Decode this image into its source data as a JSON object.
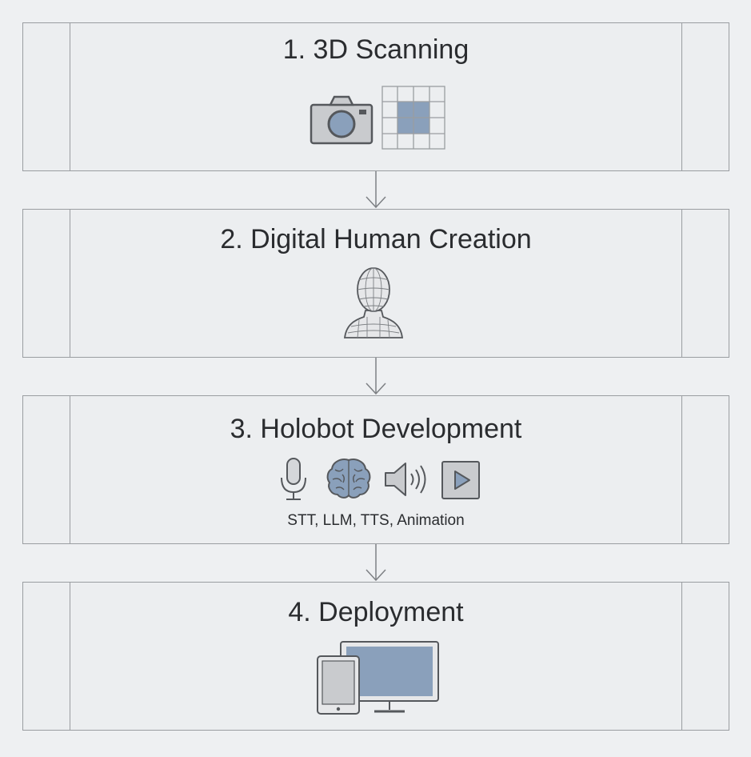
{
  "stages": [
    {
      "title": "1. 3D Scanning",
      "icons": [
        "camera-icon",
        "scan-grid-icon"
      ]
    },
    {
      "title": "2. Digital Human Creation",
      "icons": [
        "wireframe-head-icon"
      ]
    },
    {
      "title": "3. Holobot Development",
      "icons": [
        "microphone-icon",
        "brain-icon",
        "speaker-icon",
        "play-icon"
      ],
      "caption": "STT, LLM, TTS, Animation"
    },
    {
      "title": "4. Deployment",
      "icons": [
        "tablet-icon",
        "monitor-icon"
      ]
    }
  ],
  "colors": {
    "accent": "#8aa0bb",
    "stroke": "#55585c",
    "fill": "#c9cbce"
  }
}
